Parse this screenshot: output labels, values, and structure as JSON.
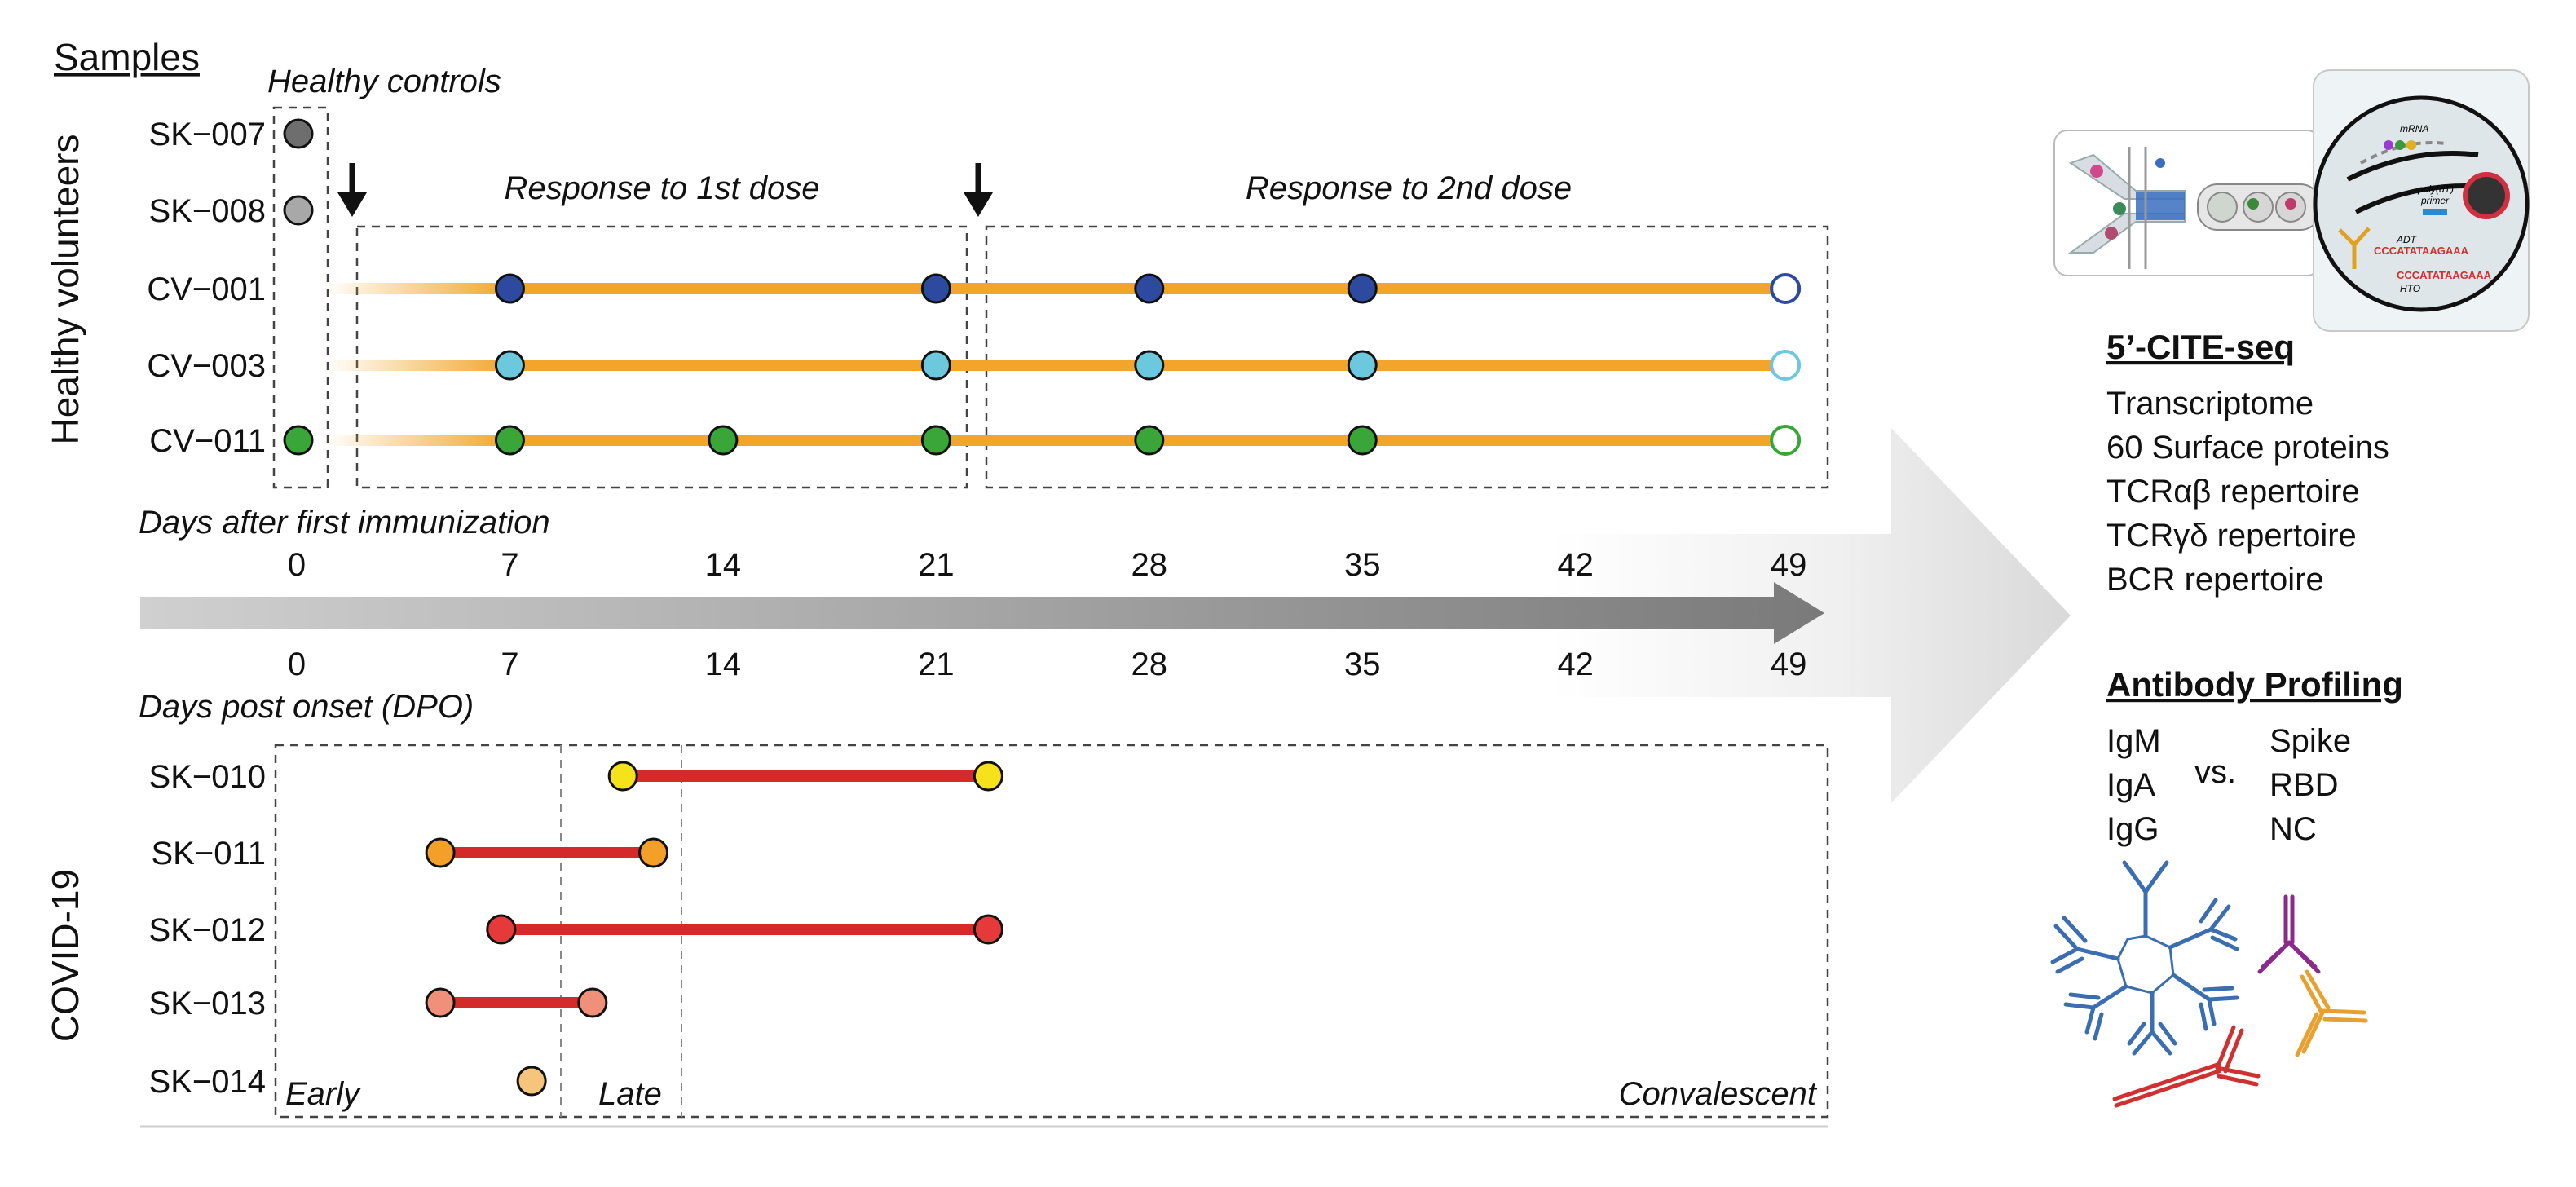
{
  "labels": {
    "samples": "Samples",
    "healthy_volunteers": "Healthy volunteers",
    "healthy_controls": "Healthy controls",
    "response_1st": "Response to 1st dose",
    "response_2nd": "Response to 2nd dose",
    "days_after_first": "Days after first immunization",
    "days_post_onset": "Days post onset (DPO)",
    "covid19": "COVID-19",
    "early": "Early",
    "late": "Late",
    "convalescent": "Convalescent"
  },
  "axis_ticks": [
    "0",
    "7",
    "14",
    "21",
    "28",
    "35",
    "42",
    "49"
  ],
  "controls": [
    {
      "id": "SK−007",
      "color": "#6e6e6e"
    },
    {
      "id": "SK−008",
      "color": "#a8a8a8"
    }
  ],
  "vaccinees": [
    {
      "id": "CV−001",
      "color": "#2e4aa0",
      "filled_days": [
        7,
        21,
        28,
        35
      ],
      "open_day": 49
    },
    {
      "id": "CV−003",
      "color": "#6cc8dc",
      "filled_days": [
        7,
        21,
        28,
        35
      ],
      "open_day": 49
    },
    {
      "id": "CV−011",
      "color": "#3aa63a",
      "filled_days": [
        0,
        7,
        14,
        21,
        28,
        35
      ],
      "open_day": 49
    }
  ],
  "covid": [
    {
      "id": "SK−010",
      "color": "#f6e21a",
      "start": 12,
      "end": 24
    },
    {
      "id": "SK−011",
      "color": "#f4a028",
      "start": 6,
      "end": 13
    },
    {
      "id": "SK−012",
      "color": "#e63a3a",
      "start": 8,
      "end": 24
    },
    {
      "id": "SK−013",
      "color": "#f0907a",
      "start": 6,
      "end": 11
    },
    {
      "id": "SK−014",
      "color": "#f6c47a",
      "start": 9,
      "end": 9
    }
  ],
  "cite_seq": {
    "title": "5’-CITE-seq",
    "items": [
      "Transcriptome",
      "60 Surface proteins",
      "TCRαβ repertoire",
      "TCRγδ repertoire",
      "BCR repertoire"
    ]
  },
  "antibody": {
    "title": "Antibody Profiling",
    "left": [
      "IgM",
      "IgA",
      "IgG"
    ],
    "vs": "vs.",
    "right": [
      "Spike",
      "RBD",
      "NC"
    ]
  },
  "device_text": {
    "mrna": "mRNA",
    "polydt": "poly(dT)",
    "primer": "primer",
    "adt": "ADT",
    "seq1": "CCCATATAAGAAA",
    "seq2": "CCCATATAAGAAA",
    "hto": "HTO"
  },
  "colors": {
    "orange_bar": "#f2a52a",
    "red_bar": "#d42a2a",
    "arrow_gray": "#8a8a8a",
    "igm_blue": "#3a6eb0",
    "iga_purple": "#8a2a8a",
    "igg_orange": "#e8a030",
    "igg_red": "#d03030"
  }
}
